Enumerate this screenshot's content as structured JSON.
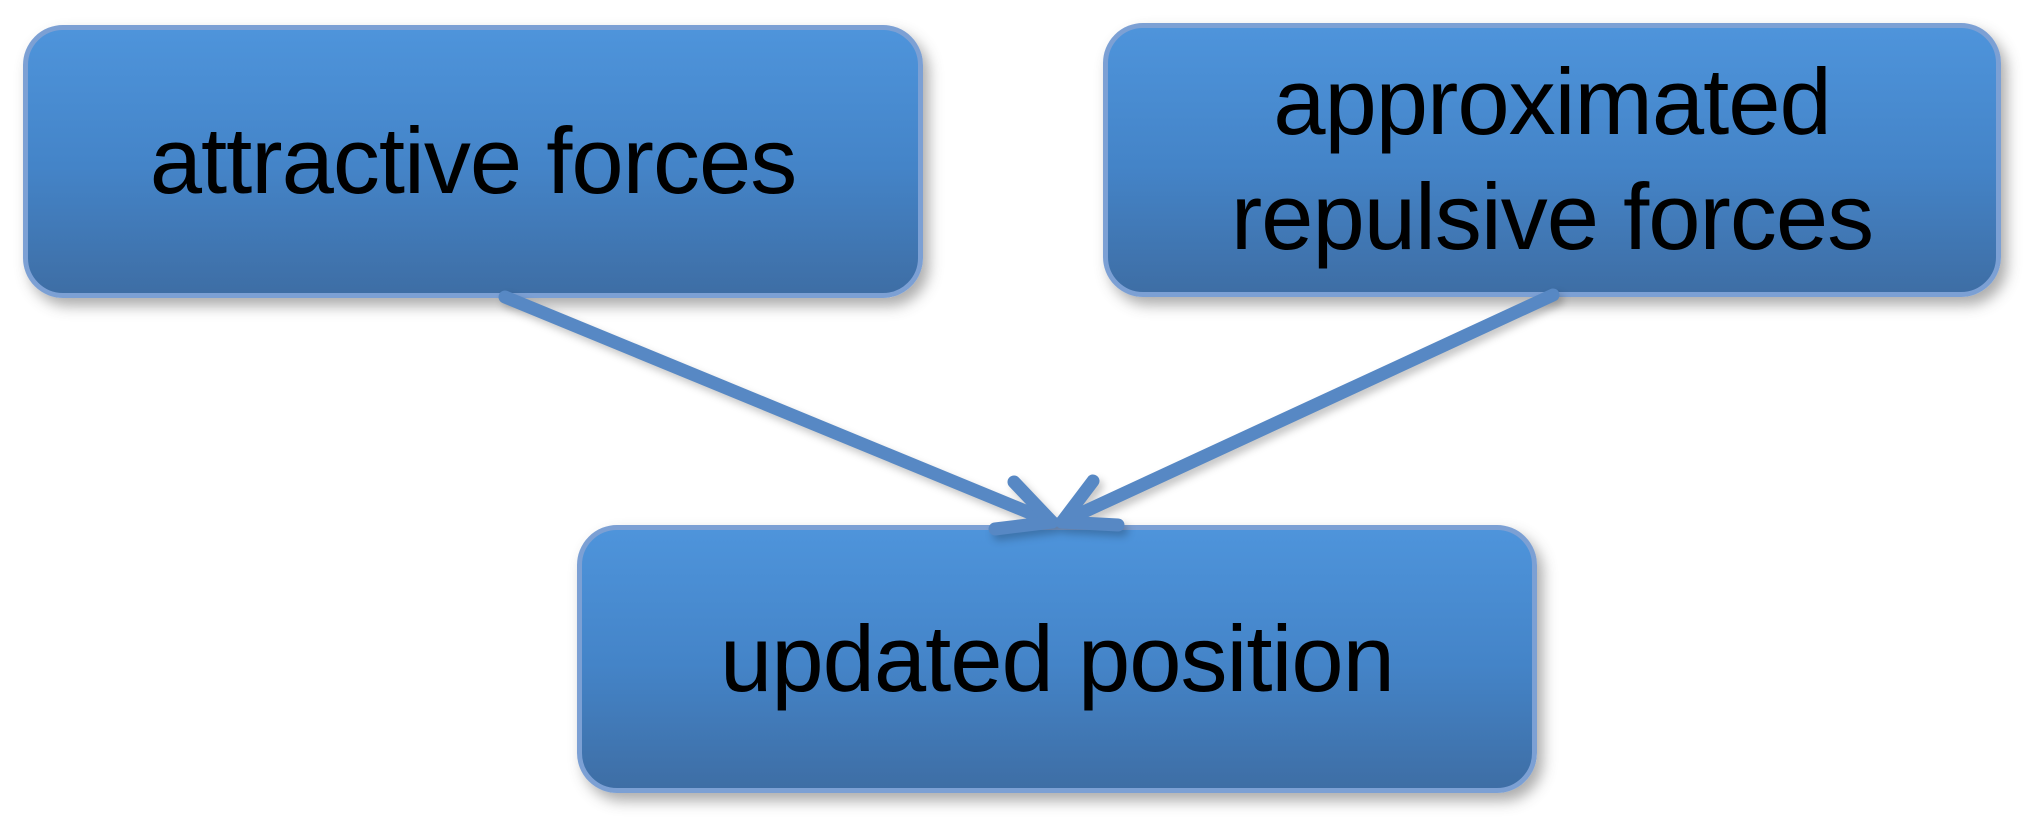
{
  "diagram": {
    "nodes": {
      "attractive": {
        "label": "attractive forces"
      },
      "repulsive": {
        "label": "approximated repulsive forces"
      },
      "updated": {
        "label": "updated position"
      }
    },
    "edges": [
      {
        "from": "attractive forces",
        "to": "updated position",
        "style": "open-arrowhead"
      },
      {
        "from": "approximated repulsive forces",
        "to": "updated position",
        "style": "open-arrowhead"
      }
    ],
    "colors": {
      "background": "#FFFFFF",
      "node_fill_top": "#4E94DB",
      "node_fill_bottom": "#3E6EA5",
      "node_border": "#7CA0D4",
      "arrow": "#5788C4",
      "text": "#000000"
    }
  }
}
